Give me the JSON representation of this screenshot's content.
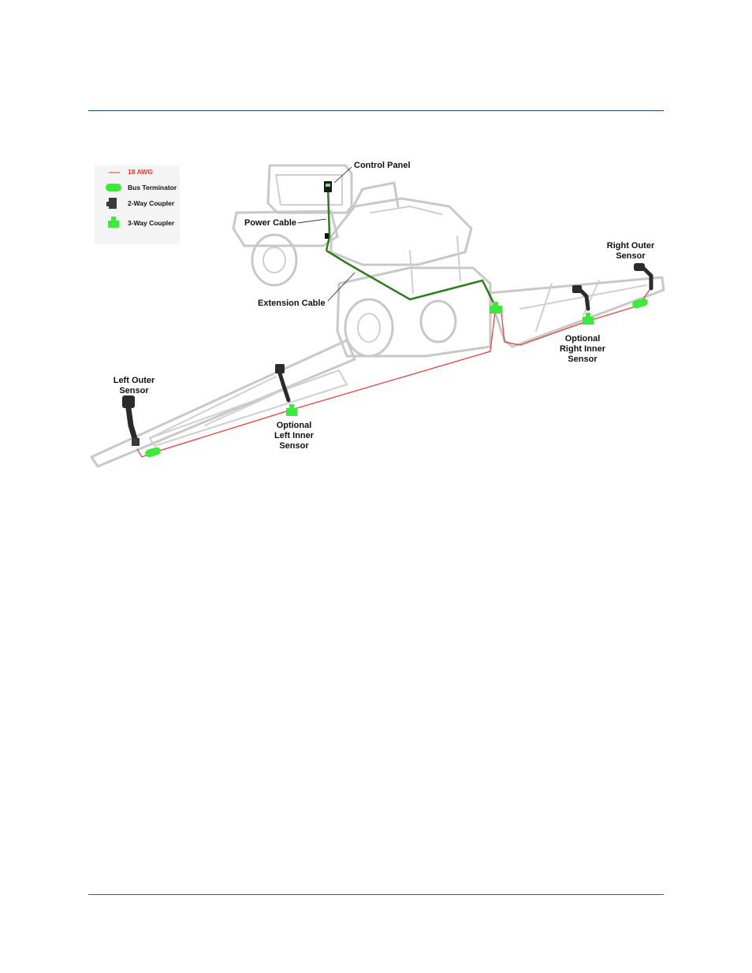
{
  "legend": {
    "wire_label": "18 AWG",
    "terminator_label": "Bus Terminator",
    "two_way_label": "2-Way Coupler",
    "three_way_label": "3-Way Coupler"
  },
  "labels": {
    "control_panel": "Control Panel",
    "power_cable": "Power Cable",
    "extension_cable": "Extension Cable",
    "right_outer_1": "Right Outer",
    "right_outer_2": "Sensor",
    "opt_right_1": "Optional",
    "opt_right_2": "Right Inner",
    "opt_right_3": "Sensor",
    "left_outer_1": "Left Outer",
    "left_outer_2": "Sensor",
    "opt_left_1": "Optional",
    "opt_left_2": "Left Inner",
    "opt_left_3": "Sensor"
  },
  "colors": {
    "rule_top": "#1f4e6b",
    "wire_red": "#e53935",
    "cable_green": "#2e7d1e",
    "terminator_green": "#3ee83e",
    "machine_outline": "#c8c8c8",
    "sensor_dark": "#2b2b2b"
  }
}
